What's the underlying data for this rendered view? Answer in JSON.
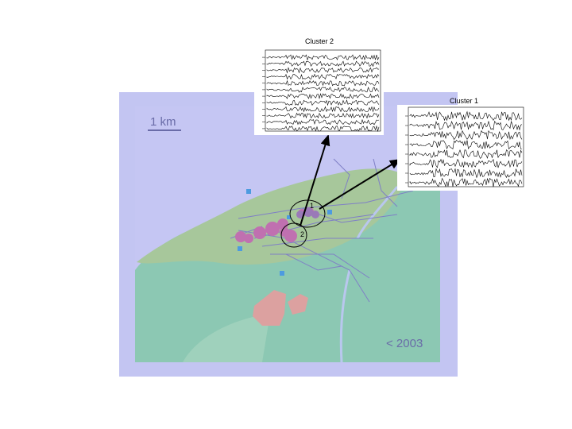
{
  "map": {
    "scale_label": "1 km",
    "period_label": "< 2003",
    "colors": {
      "frame": "#c3c5f2",
      "land": "#8fc9b0",
      "island": "#a6c79a",
      "faults": "#7f7fc6",
      "events": "#c070b0",
      "stations": "#4d9be0",
      "buildings": "#dca1a0"
    }
  },
  "clusters": [
    {
      "id": "cluster-1",
      "marker": "1",
      "title": "Cluster 1",
      "trace_count": 8
    },
    {
      "id": "cluster-2",
      "marker": "2",
      "title": "Cluster 2",
      "trace_count": 12
    }
  ]
}
